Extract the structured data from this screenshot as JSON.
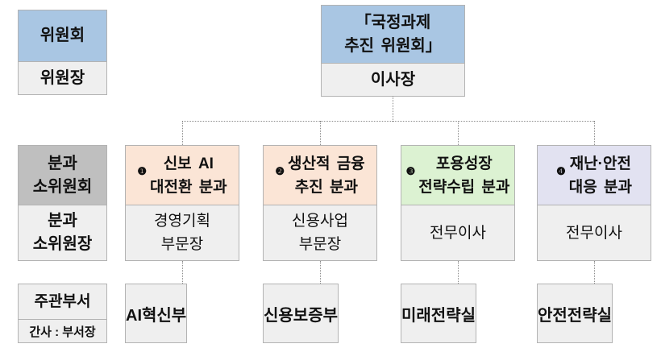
{
  "palette": {
    "committee_blue": "#a9c6e3",
    "label_gray": "#bfbfbf",
    "body_gray": "#efefef",
    "col1_peach": "#fbe5d6",
    "col2_peach": "#fbe5d6",
    "col3_green": "#dcf2d2",
    "col4_lavender": "#e2e2f1",
    "border_gray": "#b3b3b3",
    "connector_gray": "#8c8c8c"
  },
  "top": {
    "left_label": {
      "header": "위원회",
      "body": "위원장"
    },
    "committee_box": {
      "header": "「국정과제\n추진 위원회」",
      "body": "이사장"
    }
  },
  "middle": {
    "left_label": {
      "header": "분과\n소위원회",
      "body": "분과\n소위원장"
    }
  },
  "bottom": {
    "left_label": {
      "header": "주관부서",
      "body": "간사 : 부서장"
    }
  },
  "columns": [
    {
      "num": "❶",
      "title": "신보 AI\n대전환 분과",
      "chair": "경영기획\n부문장",
      "dept": "AI혁신부",
      "color": "#fbe5d6"
    },
    {
      "num": "❷",
      "title": "생산적 금융\n추진 분과",
      "chair": "신용사업\n부문장",
      "dept": "신용보증부",
      "color": "#fbe5d6"
    },
    {
      "num": "❸",
      "title": "포용성장\n전략수립 분과",
      "chair": "전무이사",
      "dept": "미래전략실",
      "color": "#dcf2d2"
    },
    {
      "num": "❹",
      "title": "재난·안전\n대응 분과",
      "chair": "전무이사",
      "dept": "안전전략실",
      "color": "#e2e2f1"
    }
  ]
}
